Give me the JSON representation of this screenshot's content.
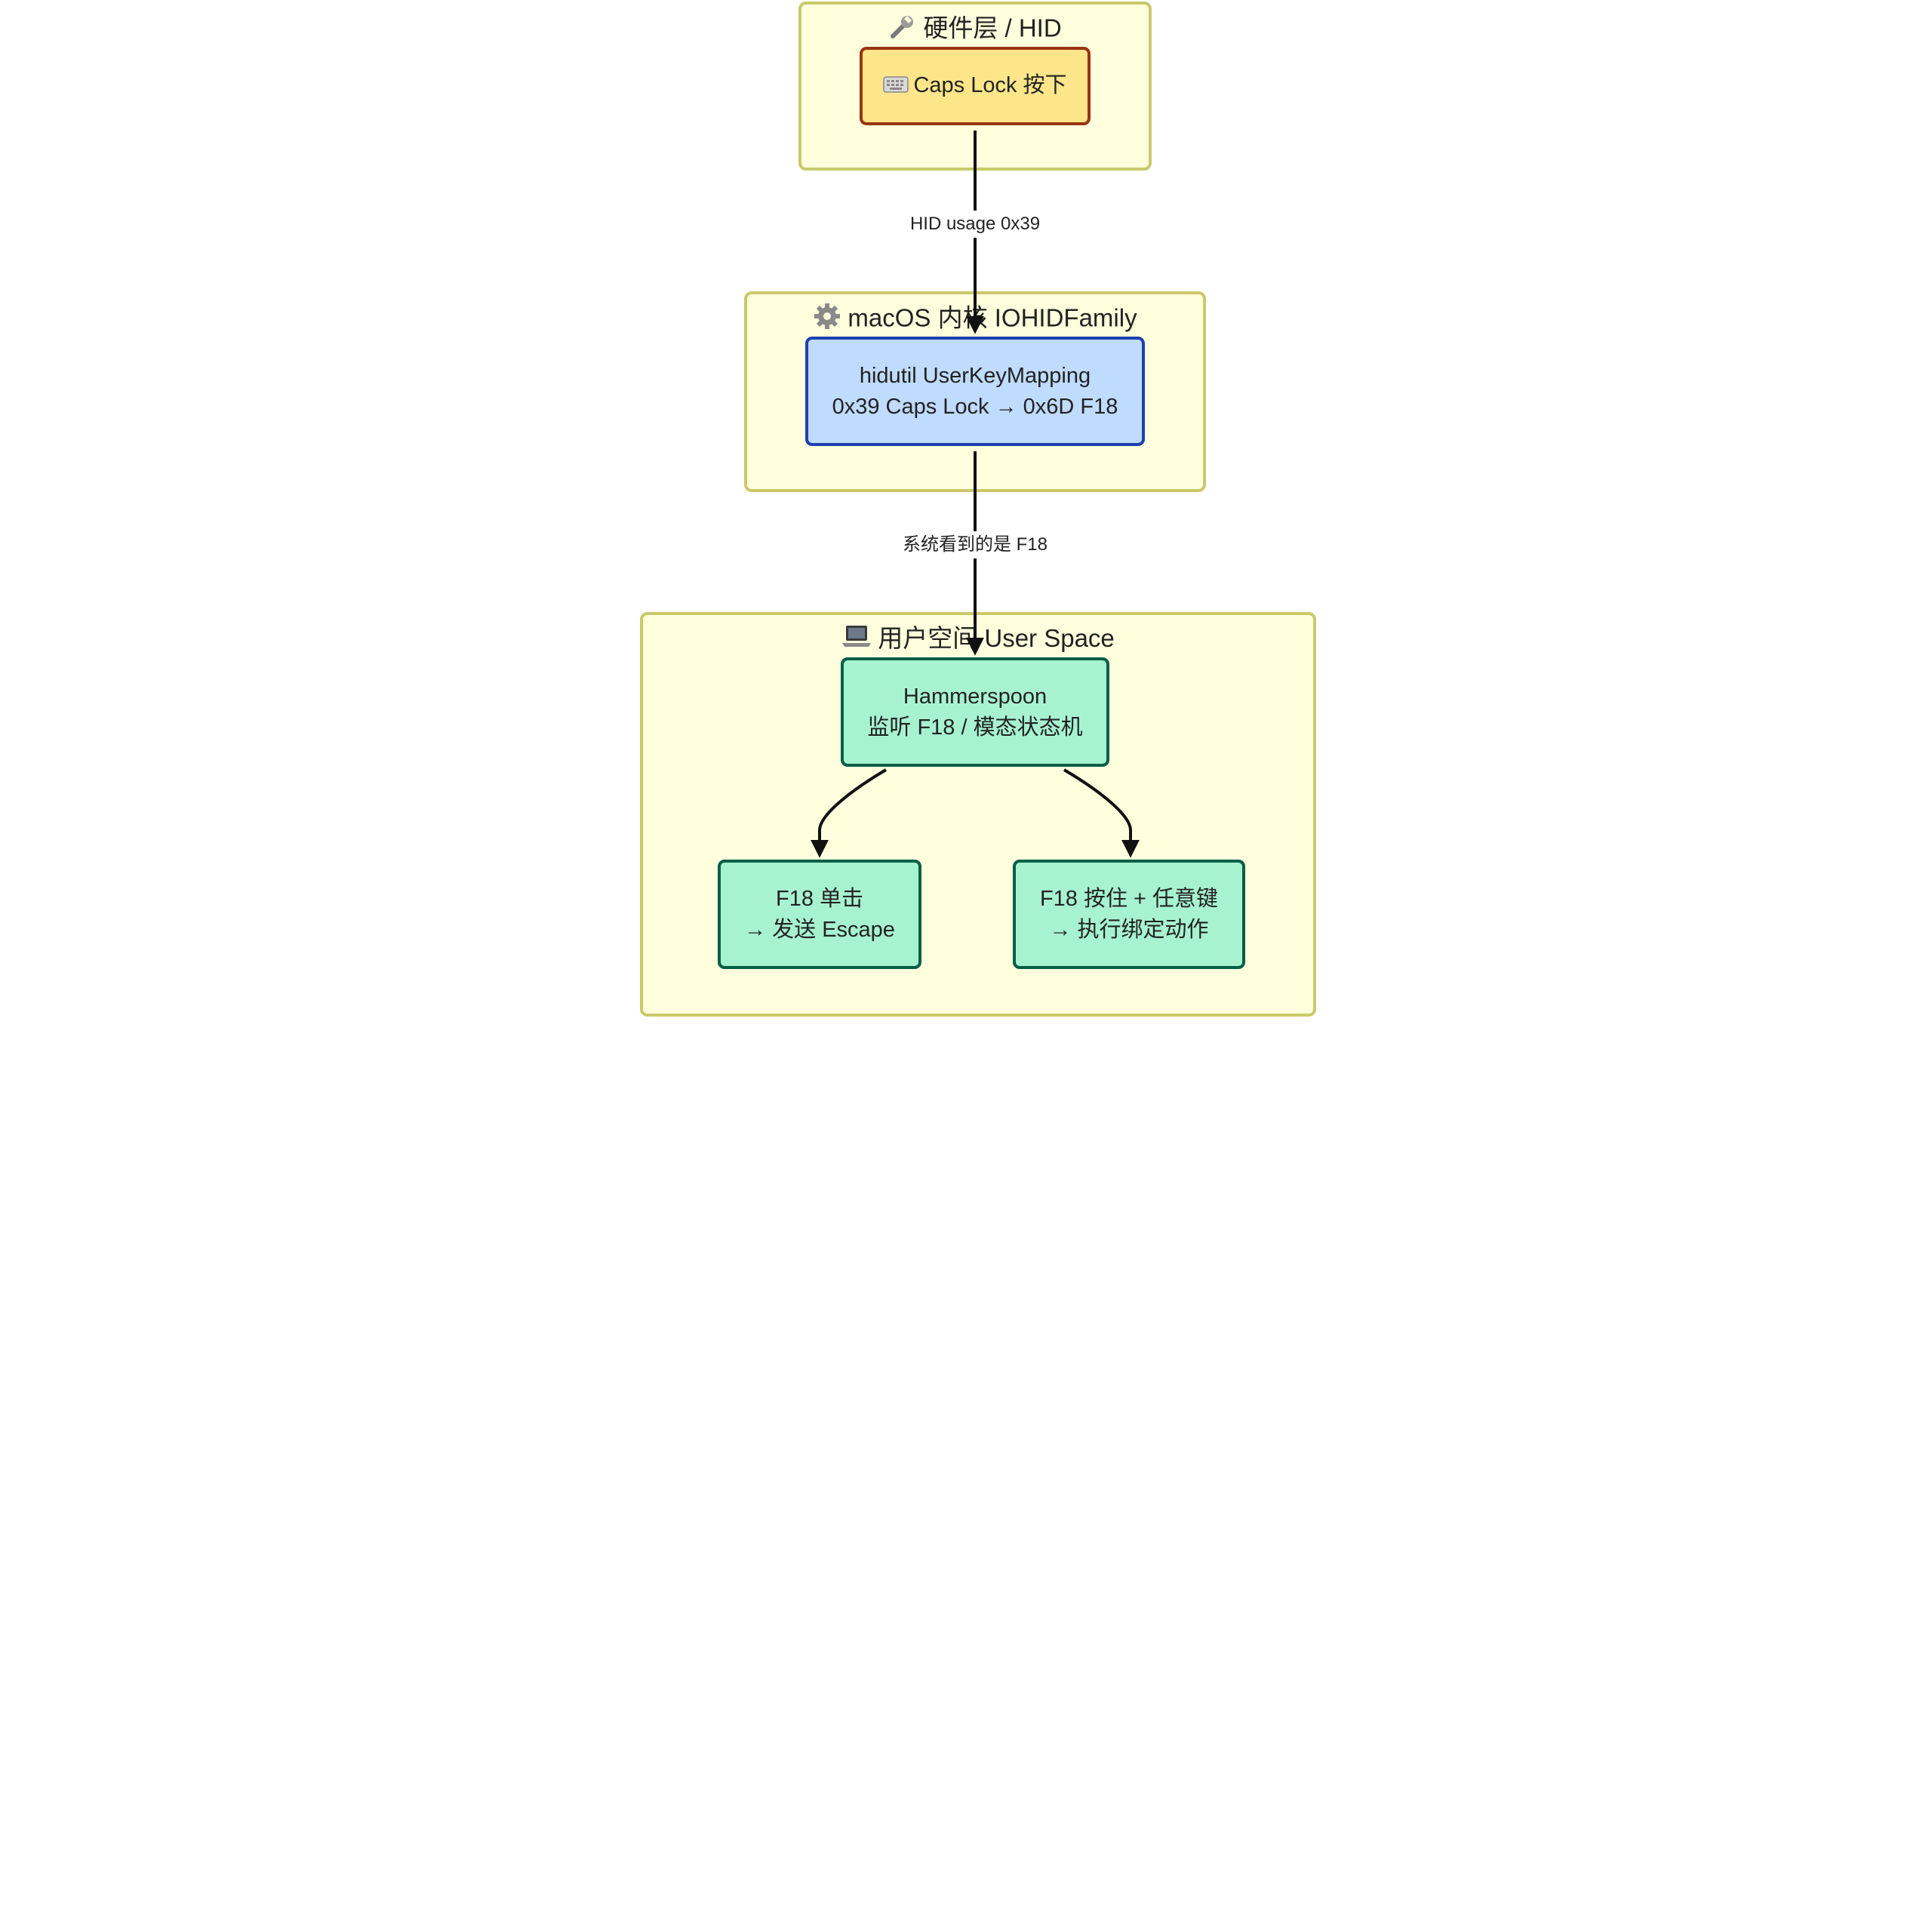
{
  "clusters": {
    "hardware": {
      "icon": "wrench-icon",
      "title": "硬件层 / HID"
    },
    "kernel": {
      "icon": "gear-icon",
      "title": "macOS 内核 IOHIDFamily"
    },
    "userspace": {
      "icon": "laptop-icon",
      "title": "用户空间 User Space"
    }
  },
  "nodes": {
    "capslock": {
      "icon": "keyboard-icon",
      "line1": "Caps Lock 按下"
    },
    "hidutil": {
      "line1": "hidutil UserKeyMapping",
      "line2": "0x39 Caps Lock → 0x6D F18"
    },
    "hammerspoon": {
      "line1": "Hammerspoon",
      "line2": "监听 F18 / 模态状态机"
    },
    "tap": {
      "line1": "F18 单击",
      "line2": "→ 发送 Escape"
    },
    "hold": {
      "line1": "F18 按住 + 任意键",
      "line2": "→ 执行绑定动作"
    }
  },
  "edges": {
    "hid_to_kernel": {
      "label": "HID usage 0x39"
    },
    "kernel_to_user": {
      "label": "系统看到的是 F18"
    }
  },
  "colors": {
    "cluster_fill": "#ffffde",
    "cluster_border": "#c9c96a",
    "yellow_fill": "#fde68a",
    "yellow_border": "#9a3412",
    "blue_fill": "#bfdbfe",
    "blue_border": "#1e40af",
    "green_fill": "#a7f3d0",
    "green_border": "#065f46",
    "edge": "#111111"
  }
}
